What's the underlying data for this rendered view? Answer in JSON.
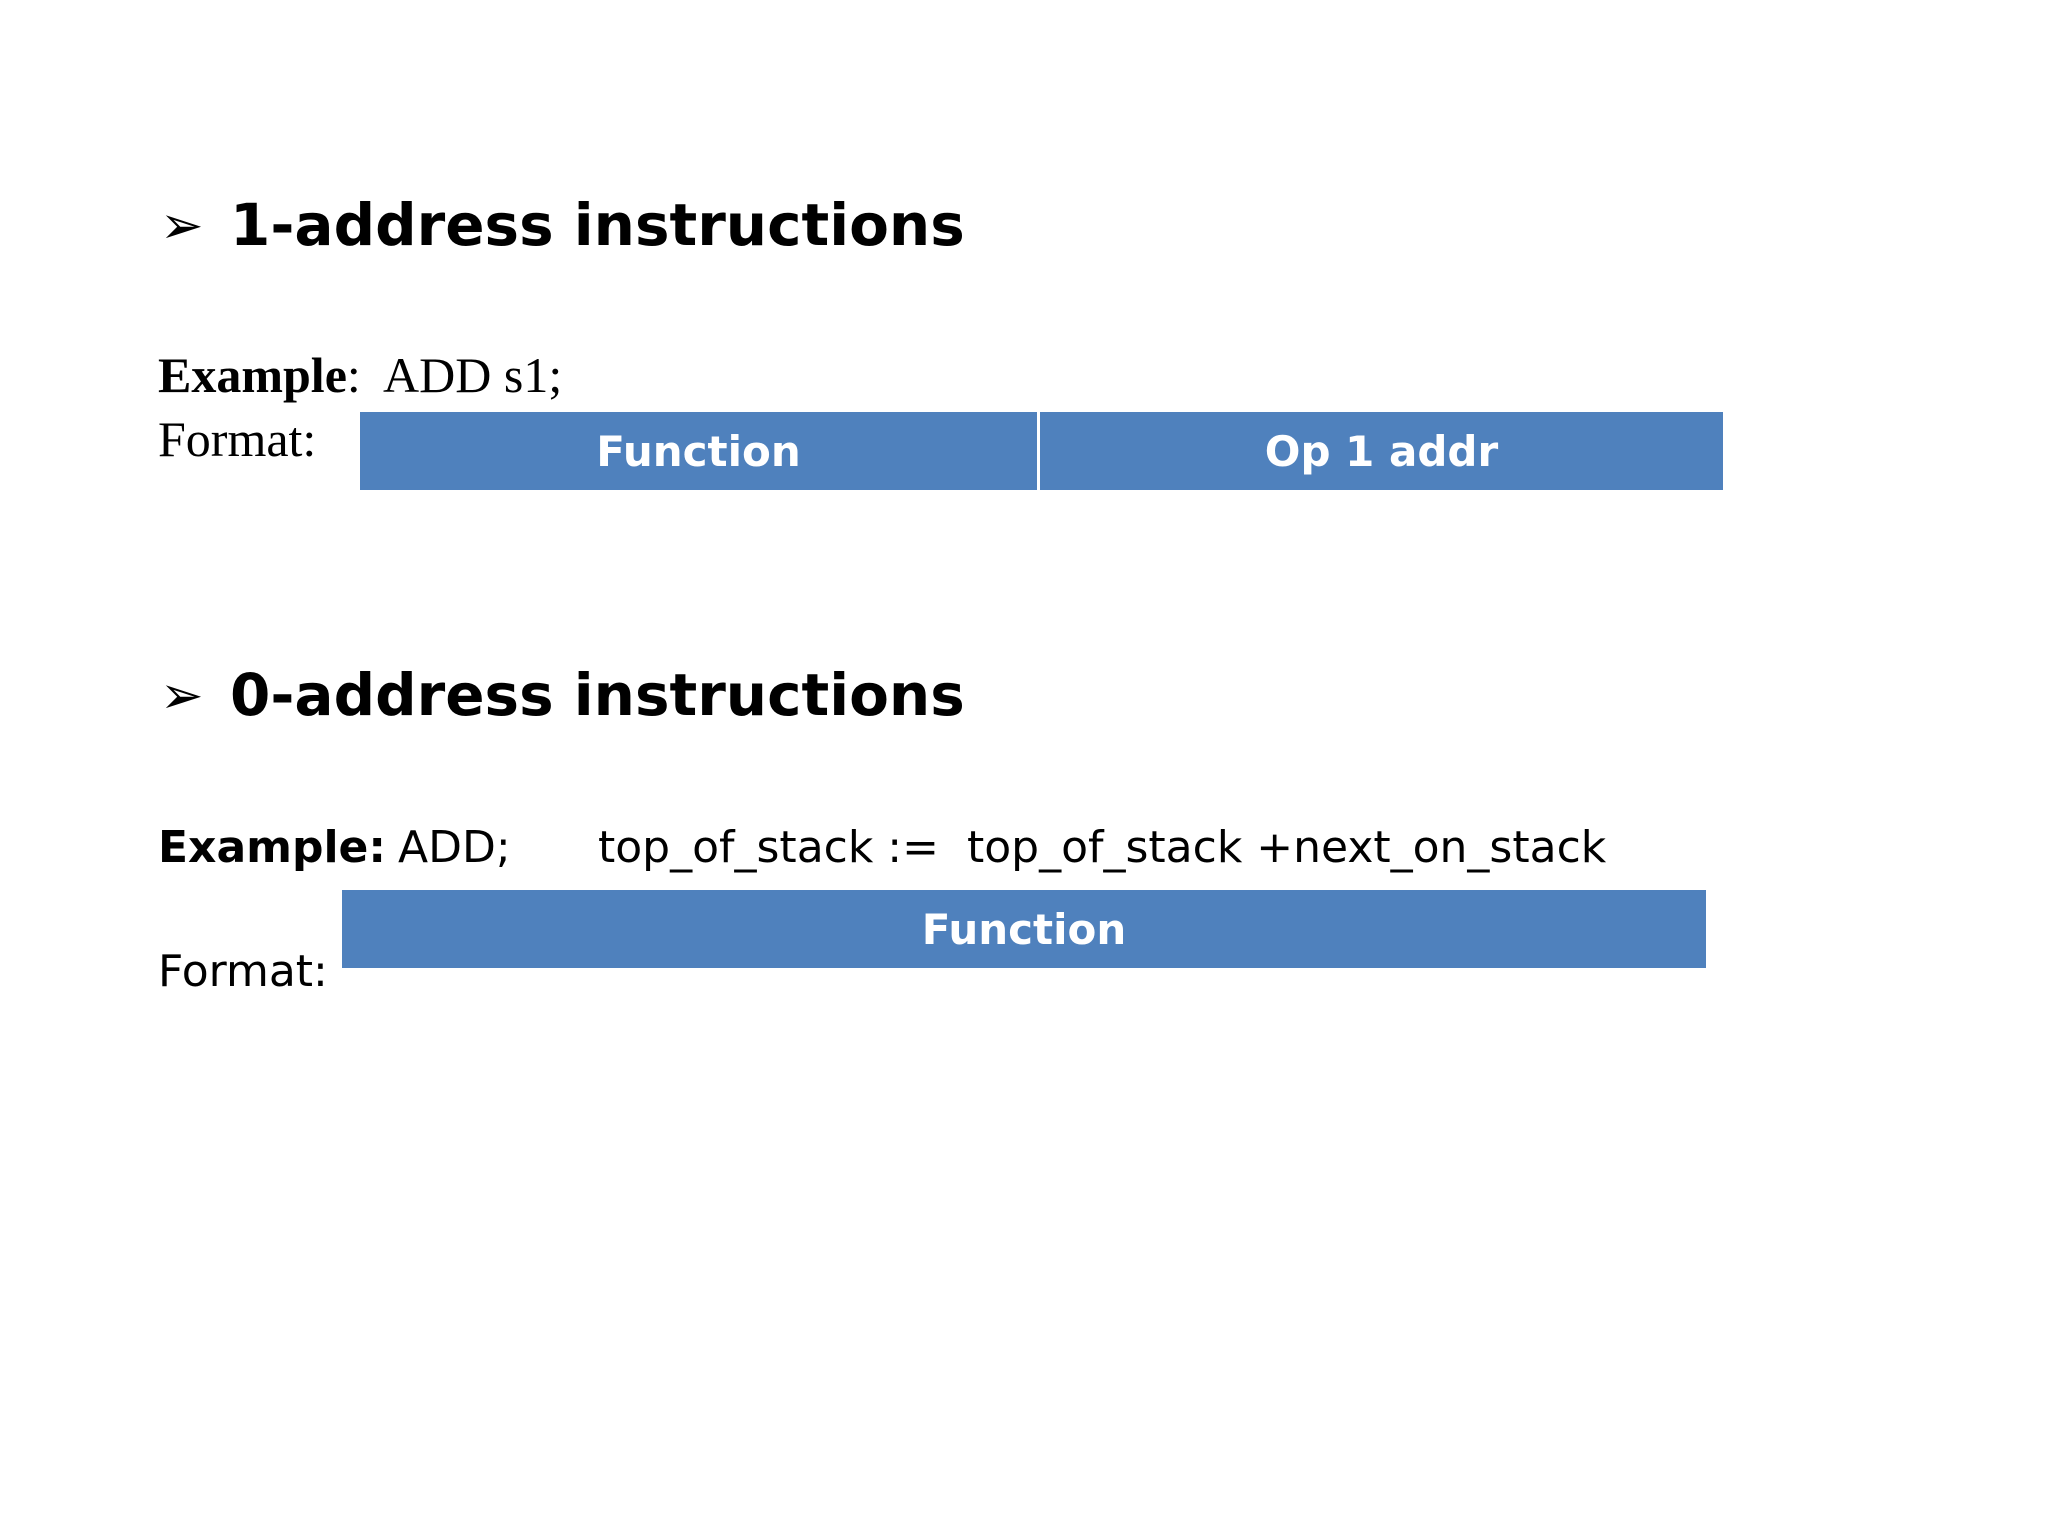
{
  "section1": {
    "bullet": "➢",
    "heading": "1-address instructions",
    "example_label": "Example",
    "example_sep": ":  ",
    "example_value": "ADD s1;",
    "format_label": "Format:",
    "fields": [
      "Function",
      "Op 1 addr"
    ]
  },
  "section2": {
    "bullet": "➢",
    "heading": "0-address instructions",
    "example_label": "Example:",
    "example_instruction": "ADD;",
    "example_expression": "top_of_stack :=  top_of_stack +next_on_stack",
    "format_label": "Format:",
    "fields": [
      "Function"
    ]
  },
  "colors": {
    "field_fill": "#4f81bd",
    "field_text": "#ffffff"
  }
}
